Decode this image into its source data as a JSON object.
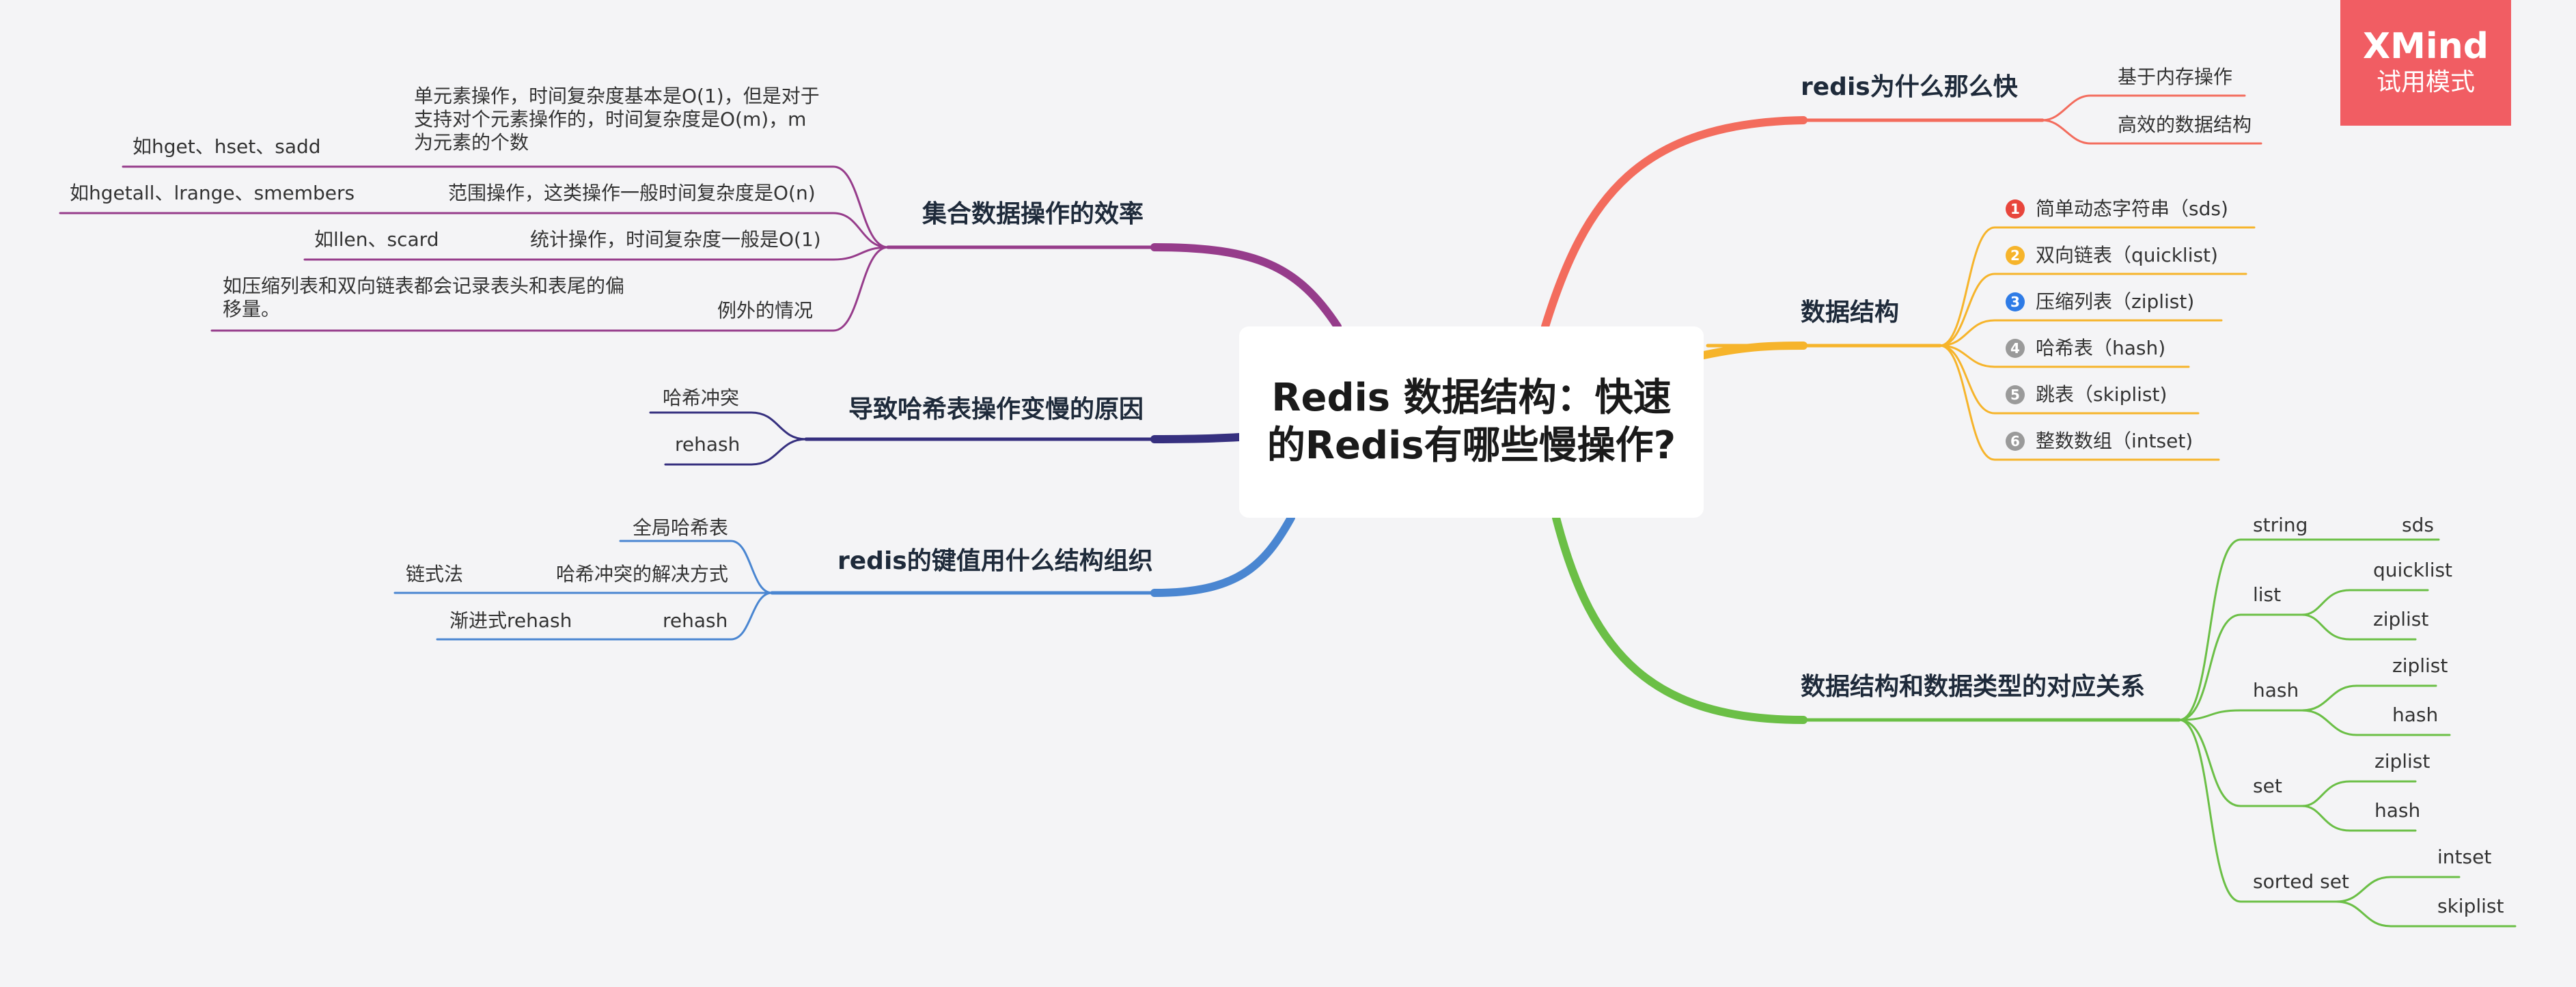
{
  "central_topic": "Redis 数据结构：快速的Redis有哪些慢操作?",
  "watermark": {
    "brand": "XMind",
    "mode": "试用模式"
  },
  "colors": {
    "red": "#f36c5d",
    "orange": "#f6b42b",
    "green": "#6bbf46",
    "purple": "#963c8b",
    "navy": "#36307f",
    "blue": "#4a86d1"
  },
  "right_branches": {
    "why_fast": {
      "title": "redis为什么那么快",
      "items": [
        "基于内存操作",
        "高效的数据结构"
      ]
    },
    "data_structures": {
      "title": "数据结构",
      "items": [
        {
          "marker": "1",
          "text": "简单动态字符串（sds)"
        },
        {
          "marker": "2",
          "text": "双向链表（quicklist)"
        },
        {
          "marker": "3",
          "text": "压缩列表（ziplist)"
        },
        {
          "marker": "4",
          "text": "哈希表（hash)"
        },
        {
          "marker": "5",
          "text": "跳表（skiplist)"
        },
        {
          "marker": "6",
          "text": "整数数组（intset)"
        }
      ]
    },
    "type_mapping": {
      "title": "数据结构和数据类型的对应关系",
      "types": [
        {
          "name": "string",
          "impls": [
            "sds"
          ]
        },
        {
          "name": "list",
          "impls": [
            "quicklist",
            "ziplist"
          ]
        },
        {
          "name": "hash",
          "impls": [
            "ziplist",
            "hash"
          ]
        },
        {
          "name": "set",
          "impls": [
            "ziplist",
            "hash"
          ]
        },
        {
          "name": "sorted set",
          "impls": [
            "intset",
            "skiplist"
          ]
        }
      ]
    }
  },
  "left_branches": {
    "collection_ops": {
      "title": "集合数据操作的效率",
      "items": [
        {
          "text": "单元素操作，时间复杂度基本是O(1)，但是对于支持对个元素操作的，时间复杂度是O(m)，m为元素的个数",
          "example": "如hget、hset、sadd"
        },
        {
          "text": "范围操作，这类操作一般时间复杂度是O(n)",
          "example": "如hgetall、lrange、smembers"
        },
        {
          "text": "统计操作，时间复杂度一般是O(1)",
          "example": "如llen、scard"
        },
        {
          "text": "例外的情况",
          "example": "如压缩列表和双向链表都会记录表头和表尾的偏移量。"
        }
      ]
    },
    "hash_slow": {
      "title": "导致哈希表操作变慢的原因",
      "items": [
        "哈希冲突",
        "rehash"
      ]
    },
    "kv_structure": {
      "title": "redis的键值用什么结构组织",
      "items": [
        {
          "text": "全局哈希表",
          "example": ""
        },
        {
          "text": "哈希冲突的解决方式",
          "example": "链式法"
        },
        {
          "text": "rehash",
          "example": "渐进式rehash"
        }
      ]
    }
  }
}
